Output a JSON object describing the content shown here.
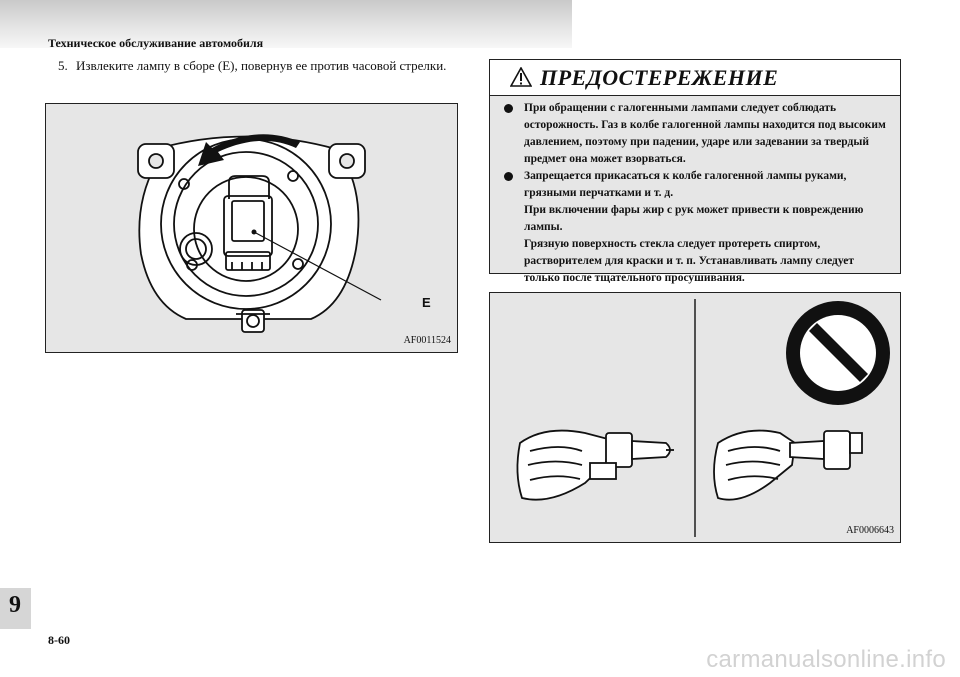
{
  "header": {
    "title": "Техническое обслуживание автомобиля"
  },
  "step": {
    "number": "5.",
    "text": "Извлеките лампу в сборе (E), повернув ее против часовой стрелки."
  },
  "figure1": {
    "code": "AF0011524",
    "callout": "E"
  },
  "warning": {
    "title": "ПРЕДОСТЕРЕЖЕНИЕ",
    "items": [
      {
        "lines": [
          "При обращении с галогенными лампами следует соблюдать осторожность. Газ в колбе галогенной лампы находится под высоким давлением, поэтому при падении, ударе или задевании за твердый предмет она может взорваться."
        ]
      },
      {
        "lines": [
          "Запрещается прикасаться к колбе галогенной лампы руками, грязными перчатками и т. д.",
          "При включении фары жир с рук может привести к повреждению лампы.",
          "Грязную поверхность стекла следует протереть спиртом, растворителем для краски и т. п. Устанавливать лампу следует только после тщательного просушивания."
        ]
      }
    ]
  },
  "figure2": {
    "code": "AF0006643"
  },
  "footer": {
    "chapter": "9",
    "page": "8-60",
    "watermark": "carmanualsonline.info"
  }
}
